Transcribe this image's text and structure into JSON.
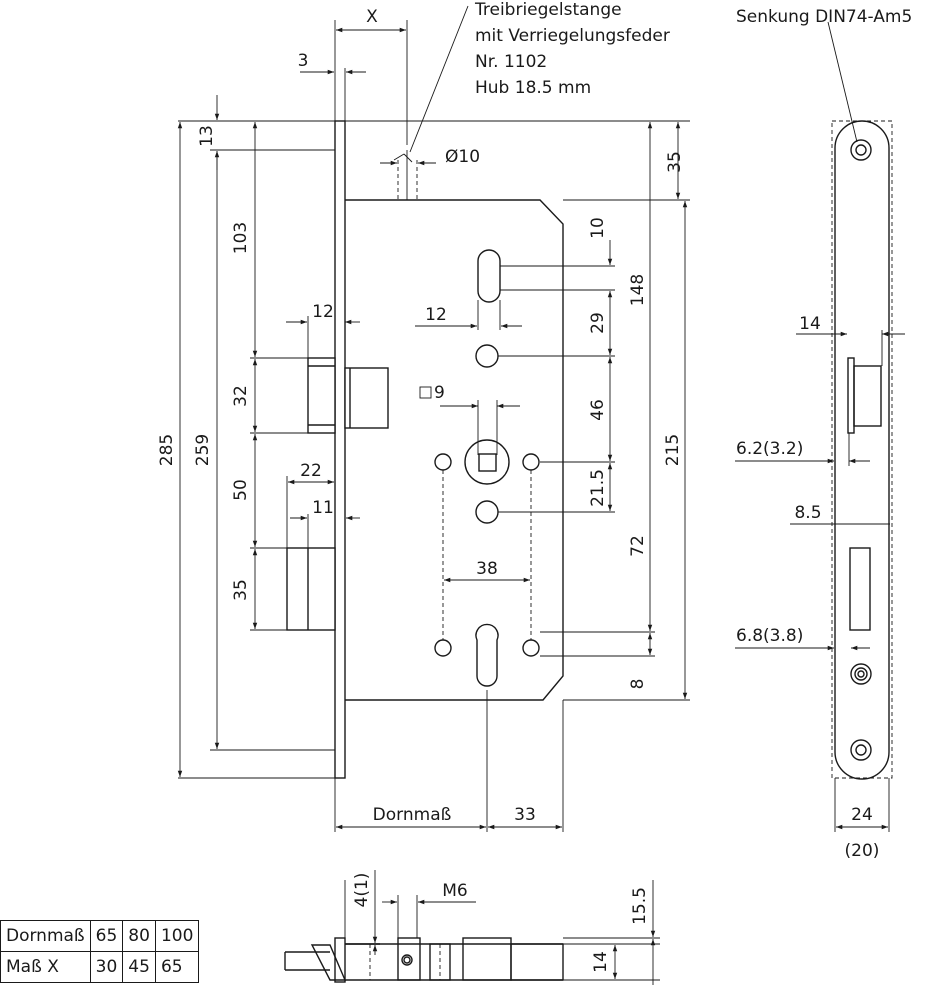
{
  "labels": {
    "x_dim": "X",
    "bolt_rod_line1": "Treibriegelstange",
    "bolt_rod_line2": "mit Verriegelungsfeder",
    "bolt_rod_line3": "Nr. 1102",
    "bolt_rod_line4": "Hub 18.5 mm",
    "countersink": "Senkung DIN74-Am5",
    "d3": "3",
    "d13": "13",
    "d35": "35",
    "d10": "10",
    "dia10": "Ø10",
    "d103": "103",
    "d12a": "12",
    "d12b": "12",
    "d148": "148",
    "d29": "29",
    "d14a": "14",
    "sq9": "9",
    "d32": "32",
    "d46": "46",
    "d285": "285",
    "d259": "259",
    "d215": "215",
    "d22": "22",
    "d11": "11",
    "d50": "50",
    "d21_5": "21.5",
    "d6_2": "6.2(3.2)",
    "d8_5": "8.5",
    "d38": "38",
    "d72": "72",
    "d35b": "35",
    "d6_8": "6.8(3.8)",
    "d8": "8",
    "dornmass": "Dornmaß",
    "d33": "33",
    "d24": "24",
    "d20": "(20)",
    "d4_1": "4(1)",
    "m6": "M6",
    "d15_5": "15.5",
    "d14b": "14"
  },
  "table": {
    "rows": [
      [
        "Dornmaß",
        "65",
        "80",
        "100"
      ],
      [
        "Maß X",
        "30",
        "45",
        "65"
      ]
    ]
  }
}
